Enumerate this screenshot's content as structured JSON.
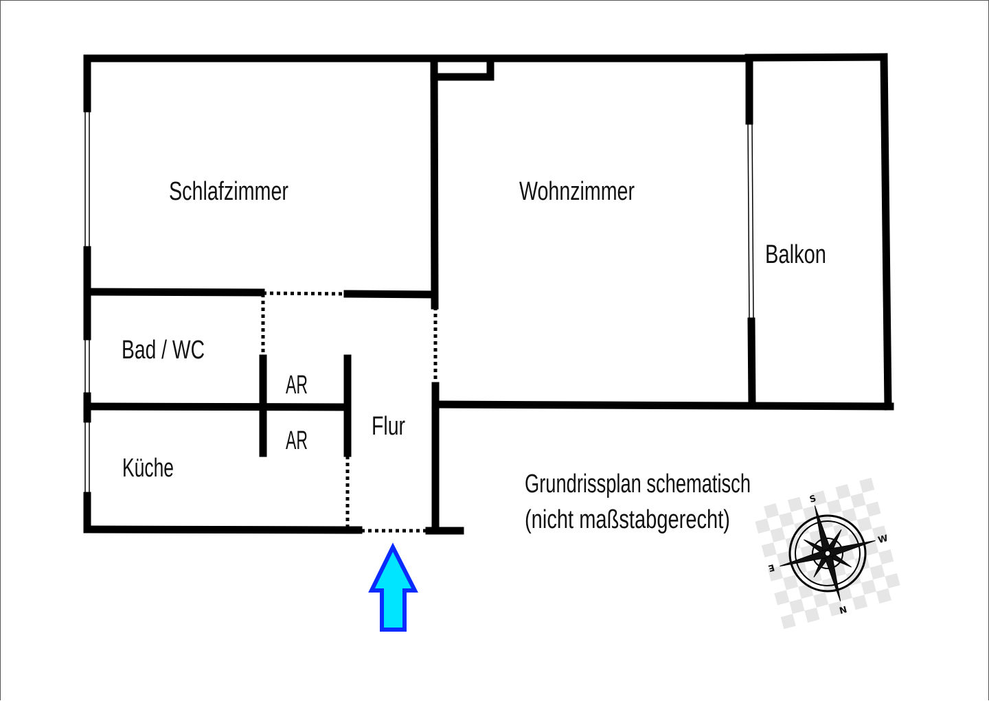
{
  "rooms": {
    "schlafzimmer": "Schlafzimmer",
    "wohnzimmer": "Wohnzimmer",
    "balkon": "Balkon",
    "bad": "Bad / WC",
    "ar1": "AR",
    "ar2": "AR",
    "flur": "Flur",
    "kueche": "Küche"
  },
  "note": {
    "line1": "Grundrissplan schematisch",
    "line2": "(nicht maßstabgerecht)"
  },
  "compass": {
    "n": "N",
    "s": "S",
    "e": "E",
    "w": "W"
  },
  "colors": {
    "wall": "#000000",
    "entrance_arrow_fill": "#00e5ff",
    "entrance_arrow_stroke": "#0a2bff"
  }
}
